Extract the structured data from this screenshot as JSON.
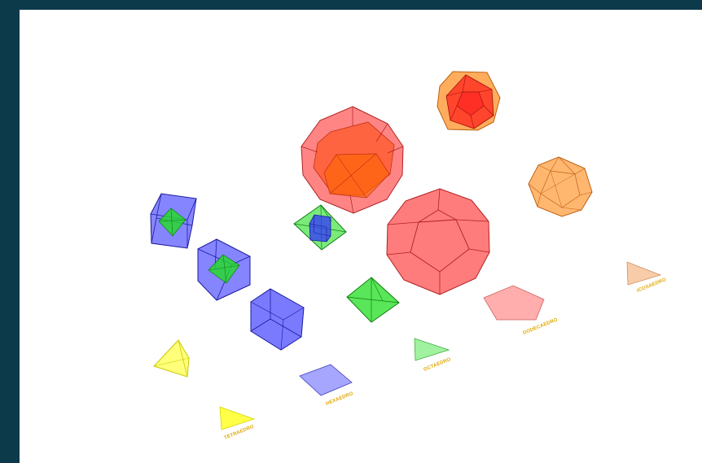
{
  "labels": {
    "tetrahedron": "TETRAEDRO",
    "hexahedron": "HEXAEDRO",
    "octahedron": "OCTAEDRO",
    "dodecahedron": "DODECAEDRO",
    "icosahedron": "ICOSAEDRO"
  },
  "colors": {
    "background": "#0d3a4a",
    "canvas": "#ffffff",
    "tetrahedron": "#ffff33",
    "hexahedron": "#3333ff",
    "octahedron": "#22dd22",
    "dodecahedron": "#ff4444",
    "icosahedron": "#ff9933",
    "label": "#e0a800"
  }
}
